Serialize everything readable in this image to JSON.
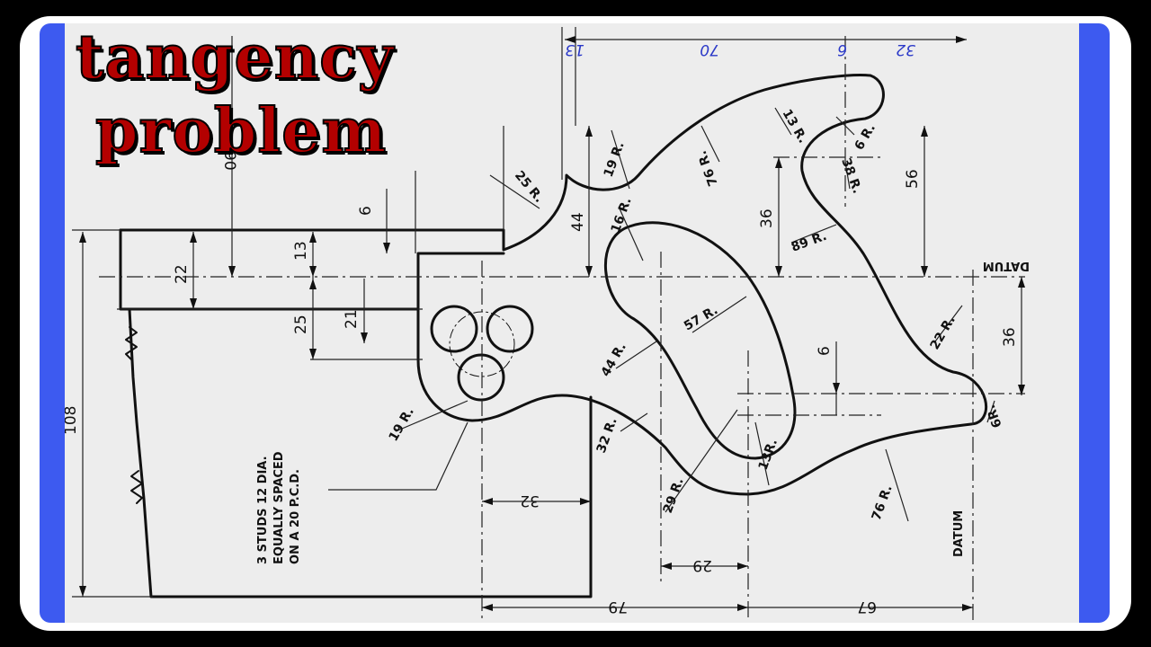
{
  "title": {
    "line1": "tangency",
    "line2": "problem"
  },
  "dimensions": {
    "top_13": "13",
    "top_70": "70",
    "top_6": "6",
    "top_32": "32",
    "v_90": "90",
    "v_6": "6",
    "v_13": "13",
    "v_22": "22",
    "v_25": "25",
    "v_21": "21",
    "v_44": "44",
    "v_36a": "36",
    "v_56": "56",
    "v_36b": "36",
    "v_6b": "6",
    "v_108": "108",
    "b_32": "32",
    "b_29": "29",
    "b_79": "79",
    "b_67": "67"
  },
  "radii": {
    "r25": "25 R.",
    "r19a": "19 R.",
    "r16": "16 R.",
    "r76a": "76 R.",
    "r13a": "13 R.",
    "r6a": "6 R.",
    "r38": "38 R.",
    "r89": "89 R.",
    "r57": "57 R.",
    "r44": "44 R.",
    "r22": "22 R.",
    "r6b": "6R.",
    "r19b": "19 R.",
    "r32": "32 R.",
    "r29": "29 R.",
    "r13b": "13R.",
    "r76b": "76 R."
  },
  "notes": {
    "studs_1": "3 STUDS 12 DIA.",
    "studs_2": "EQUALLY SPACED",
    "studs_3": "ON A 20 P.C.D.",
    "datum_h": "DATUM",
    "datum_v": "DATUM"
  },
  "colors": {
    "accent": "#3d5af0",
    "title": "#b30000",
    "paper": "#ededed",
    "ink": "#111111"
  }
}
